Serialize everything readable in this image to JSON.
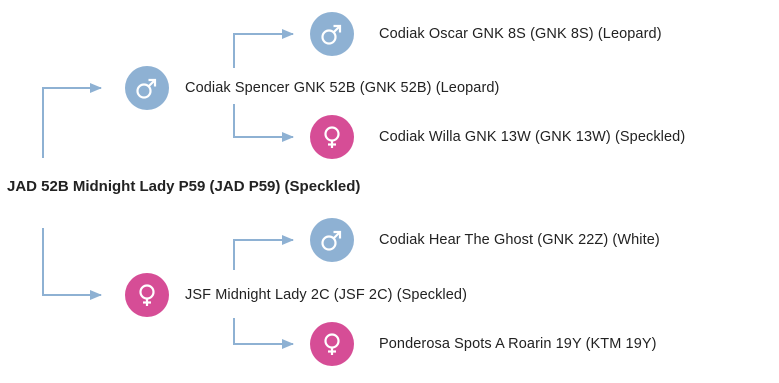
{
  "subject": {
    "name": "JAD 52B Midnight Lady P59 (JAD P59) (Speckled)"
  },
  "colors": {
    "male": "#8eb1d3",
    "female": "#d64d96",
    "connector": "#8eb1d3",
    "text": "#222222"
  },
  "nodes": {
    "sire": {
      "sex": "male",
      "icon": "male-symbol-icon",
      "label": "Codiak Spencer GNK 52B (GNK 52B) (Leopard)"
    },
    "sire_sire": {
      "sex": "male",
      "icon": "male-symbol-icon",
      "label": "Codiak Oscar GNK 8S (GNK 8S) (Leopard)"
    },
    "sire_dam": {
      "sex": "female",
      "icon": "female-symbol-icon",
      "label": "Codiak Willa GNK 13W (GNK 13W) (Speckled)"
    },
    "dam": {
      "sex": "female",
      "icon": "female-symbol-icon",
      "label": "JSF Midnight Lady 2C (JSF 2C) (Speckled)"
    },
    "dam_sire": {
      "sex": "male",
      "icon": "male-symbol-icon",
      "label": "Codiak Hear The Ghost (GNK 22Z) (White)"
    },
    "dam_dam": {
      "sex": "female",
      "icon": "female-symbol-icon",
      "label": "Ponderosa Spots A Roarin 19Y (KTM 19Y)"
    }
  }
}
